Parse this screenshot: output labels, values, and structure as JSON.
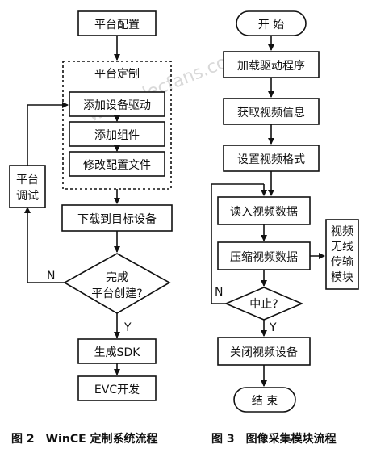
{
  "watermark": "www.elecfans.com",
  "left": {
    "platform_config": "平台配置",
    "platform_customize": "平台定制",
    "add_driver": "添加设备驱动",
    "add_component": "添加组件",
    "modify_config": "修改配置文件",
    "debug_line1": "平台",
    "debug_line2": "调试",
    "download": "下载到目标设备",
    "decision_line1": "完成",
    "decision_line2": "平台创建?",
    "no_label": "N",
    "yes_label": "Y",
    "gen_sdk": "生成SDK",
    "evc": "EVC开发",
    "caption": "图 2　WinCE 定制系统流程"
  },
  "right": {
    "start": "开 始",
    "load_driver": "加载驱动程序",
    "get_info": "获取视频信息",
    "set_format": "设置视频格式",
    "read_data": "读入视频数据",
    "compress": "压缩视频数据",
    "wireless_1": "视频",
    "wireless_2": "无线",
    "wireless_3": "传输",
    "wireless_4": "模块",
    "stop_q": "中止?",
    "no_label": "N",
    "yes_label": "Y",
    "close": "关闭视频设备",
    "end": "结 束",
    "caption": "图 3　图像采集模块流程"
  }
}
